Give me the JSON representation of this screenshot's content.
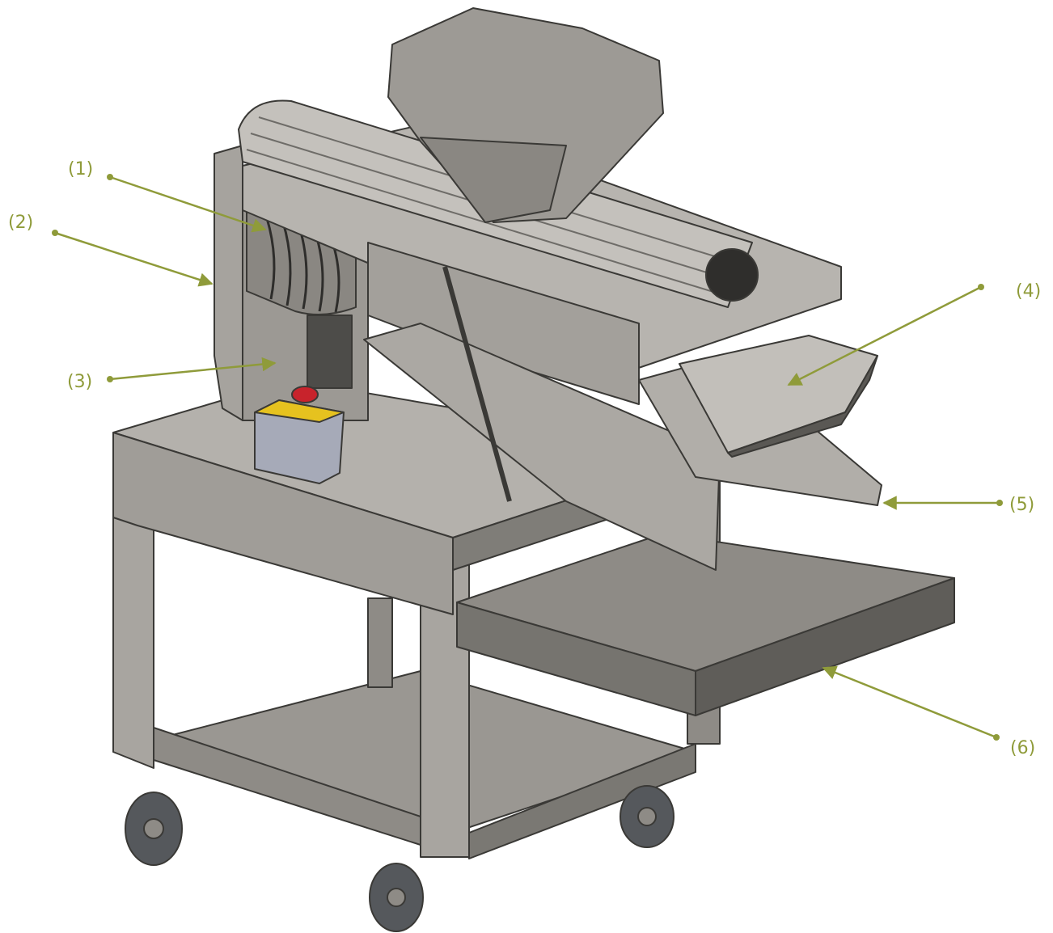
{
  "colors": {
    "callout": "#8f9b3a",
    "metal_light": "#a8a5a0",
    "metal_mid": "#8e8b86",
    "metal_dark": "#5a5854",
    "outline": "#3a3936",
    "estop_red": "#c8232c",
    "estop_yellow": "#e6c21f",
    "control_box": "#a6aab8",
    "wheel": "#55585c"
  },
  "callouts": [
    {
      "id": "1",
      "label": "(1)"
    },
    {
      "id": "2",
      "label": "(2)"
    },
    {
      "id": "3",
      "label": "(3)"
    },
    {
      "id": "4",
      "label": "(4)"
    },
    {
      "id": "5",
      "label": "(5)"
    },
    {
      "id": "6",
      "label": "(6)"
    }
  ]
}
